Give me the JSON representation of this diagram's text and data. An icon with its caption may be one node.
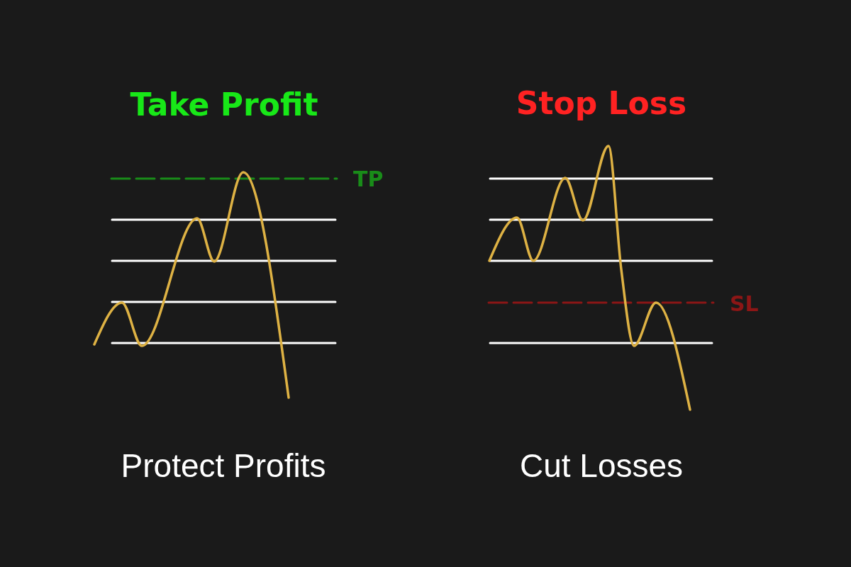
{
  "diagram": {
    "labels": [
      "Take Profit",
      "Stop Loss",
      "TP",
      "SL",
      "Protect Profits",
      "Cut Losses"
    ]
  }
}
